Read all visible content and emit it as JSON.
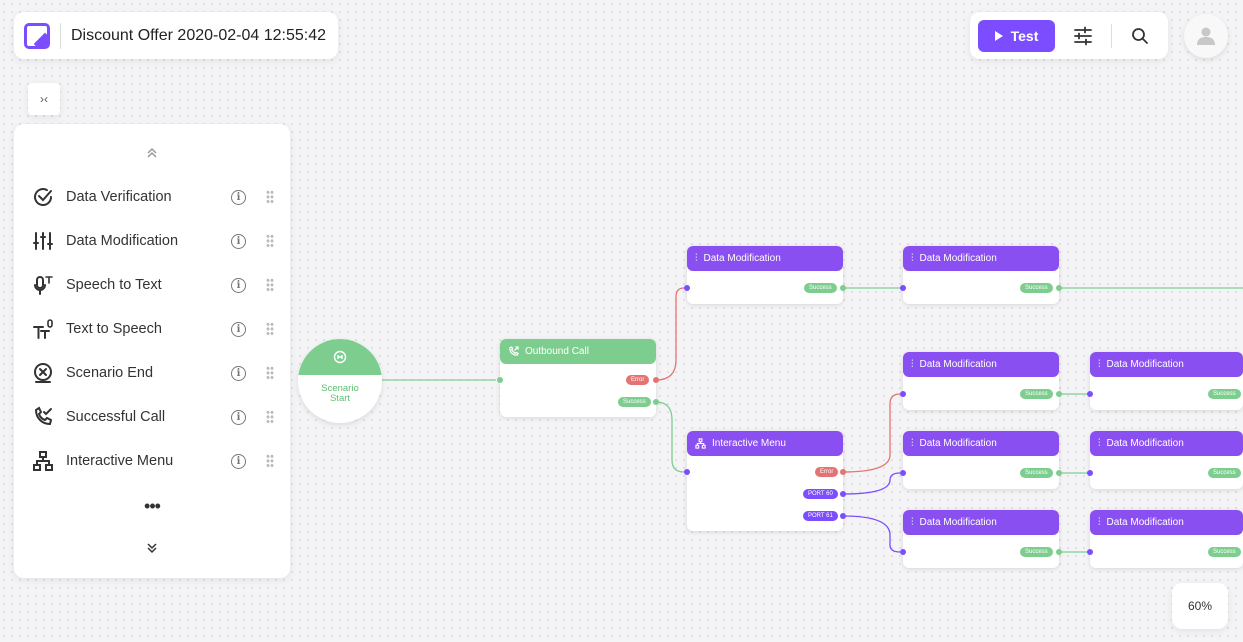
{
  "header": {
    "title": "Discount Offer 2020-02-04 12:55:42",
    "logo_icon": "brand-logo-icon"
  },
  "toolbar": {
    "test_label": "Test",
    "settings_icon": "sliders-icon",
    "search_icon": "search-icon"
  },
  "sidebar": {
    "collapse_label": "›‹",
    "items": [
      {
        "label": "Data Verification",
        "icon": "check-circle-icon"
      },
      {
        "label": "Data Modification",
        "icon": "sliders-icon"
      },
      {
        "label": "Speech to Text",
        "icon": "microphone-text-icon"
      },
      {
        "label": "Text to Speech",
        "icon": "text-microphone-icon"
      },
      {
        "label": "Scenario End",
        "icon": "close-circle-icon"
      },
      {
        "label": "Successful Call",
        "icon": "phone-check-icon"
      },
      {
        "label": "Interactive Menu",
        "icon": "hierarchy-icon"
      }
    ],
    "more_label": "•••"
  },
  "flow": {
    "start": {
      "label_line1": "Scenario",
      "label_line2": "Start"
    },
    "nodes": {
      "outbound": {
        "title": "Outbound Call",
        "port_error": "Error",
        "port_success": "Success"
      },
      "menu": {
        "title": "Interactive Menu",
        "port_error": "Error",
        "port_60": "PORT 60",
        "port_61": "PORT 61"
      },
      "dm_label": "Data Modification",
      "success_label": "Success"
    }
  },
  "zoom": {
    "level": "60%"
  },
  "colors": {
    "accent": "#7c4dff",
    "node_header": "#8a4ff0",
    "success": "#7dce8e",
    "error": "#e57373"
  }
}
